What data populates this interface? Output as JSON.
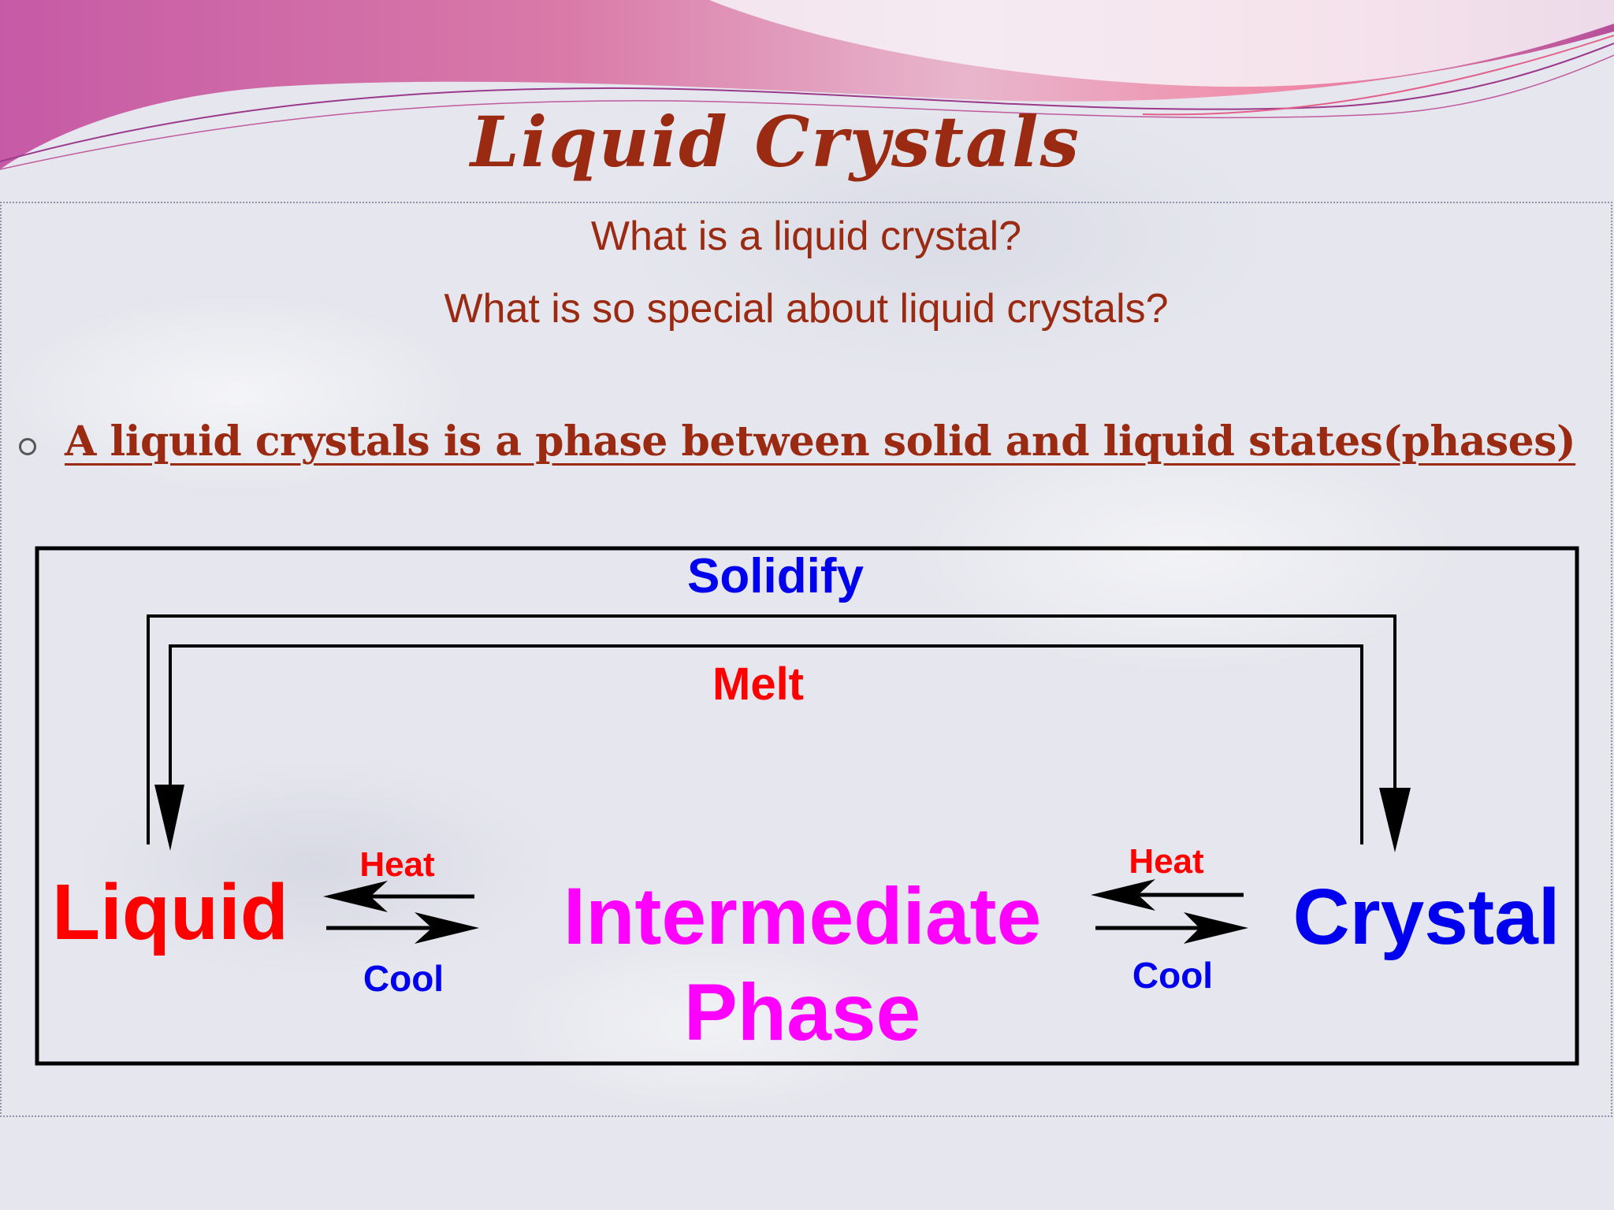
{
  "slide": {
    "title": "Liquid Crystals",
    "questions": [
      "What is a liquid crystal?",
      "What is so special about liquid crystals?"
    ],
    "statement": "A liquid crystals is a phase between solid and liquid states(phases)"
  },
  "diagram": {
    "states": {
      "liquid": "Liquid",
      "intermediate_line1": "Intermediate",
      "intermediate_line2": "Phase",
      "crystal": "Crystal"
    },
    "transitions": {
      "solidify": "Solidify",
      "melt": "Melt",
      "heat_left": "Heat",
      "cool_left": "Cool",
      "heat_right": "Heat",
      "cool_right": "Cool"
    },
    "colors": {
      "liquid": "#ff0000",
      "intermediate": "#ff00ff",
      "crystal": "#0000ee",
      "heat": "#ff0000",
      "cool": "#0000ee",
      "solidify": "#0000ee",
      "melt": "#ff0000",
      "text": "#9a2a12"
    }
  }
}
